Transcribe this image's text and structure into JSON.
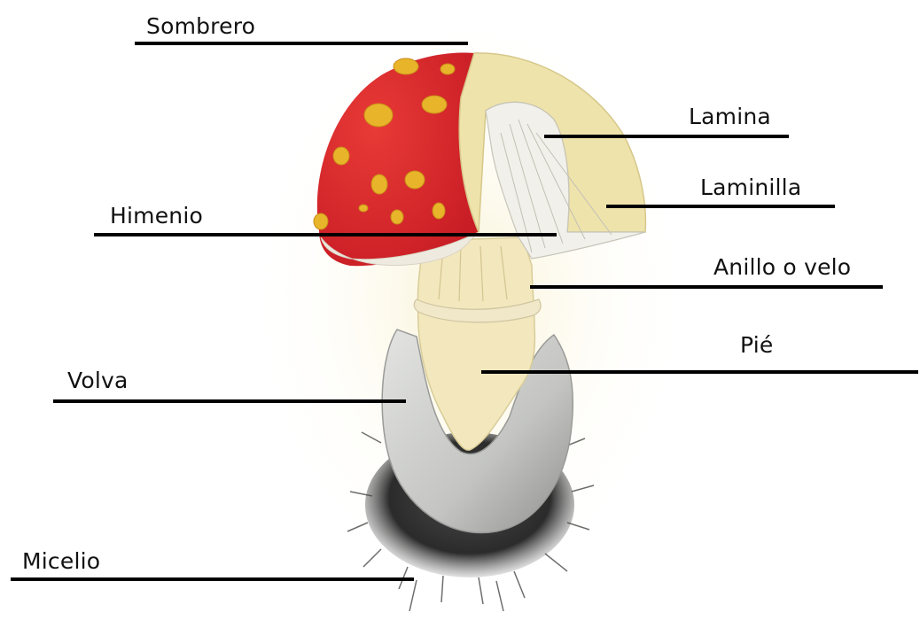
{
  "labels": {
    "sombrero": "Sombrero",
    "lamina": "Lamina",
    "laminilla": "Laminilla",
    "himenio": "Himenio",
    "anillo": "Anillo o velo",
    "pie": "Pié",
    "volva": "Volva",
    "micelio": "Micelio"
  },
  "colors": {
    "cap_red": "#d8252c",
    "cap_spots": "#e8b52a",
    "flesh": "#efe3ac",
    "gills": "#efeee6",
    "stem": "#f3e7bd",
    "volva": "#c9cac7",
    "mycelium": "#2a2a2a",
    "line": "#000000"
  }
}
